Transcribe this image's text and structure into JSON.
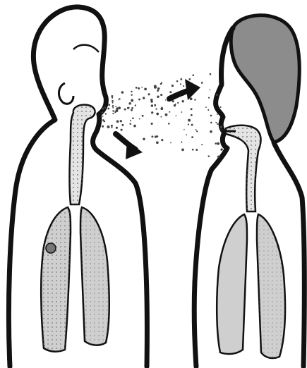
{
  "figures": [
    {
      "id": "speaker",
      "hair": "none",
      "lungs": "dotted-infected"
    },
    {
      "id": "listener",
      "hair": "dark",
      "lungs": "light-receiving"
    }
  ],
  "droplets": {
    "direction": "left-to-right",
    "arrows": 2
  },
  "colors": {
    "outline": "#111111",
    "hair": "#8c8c8c",
    "lung_fill": "#cfcfcf",
    "airway_fill": "#e4e4e4",
    "droplet": "#444444",
    "background": "#ffffff"
  }
}
